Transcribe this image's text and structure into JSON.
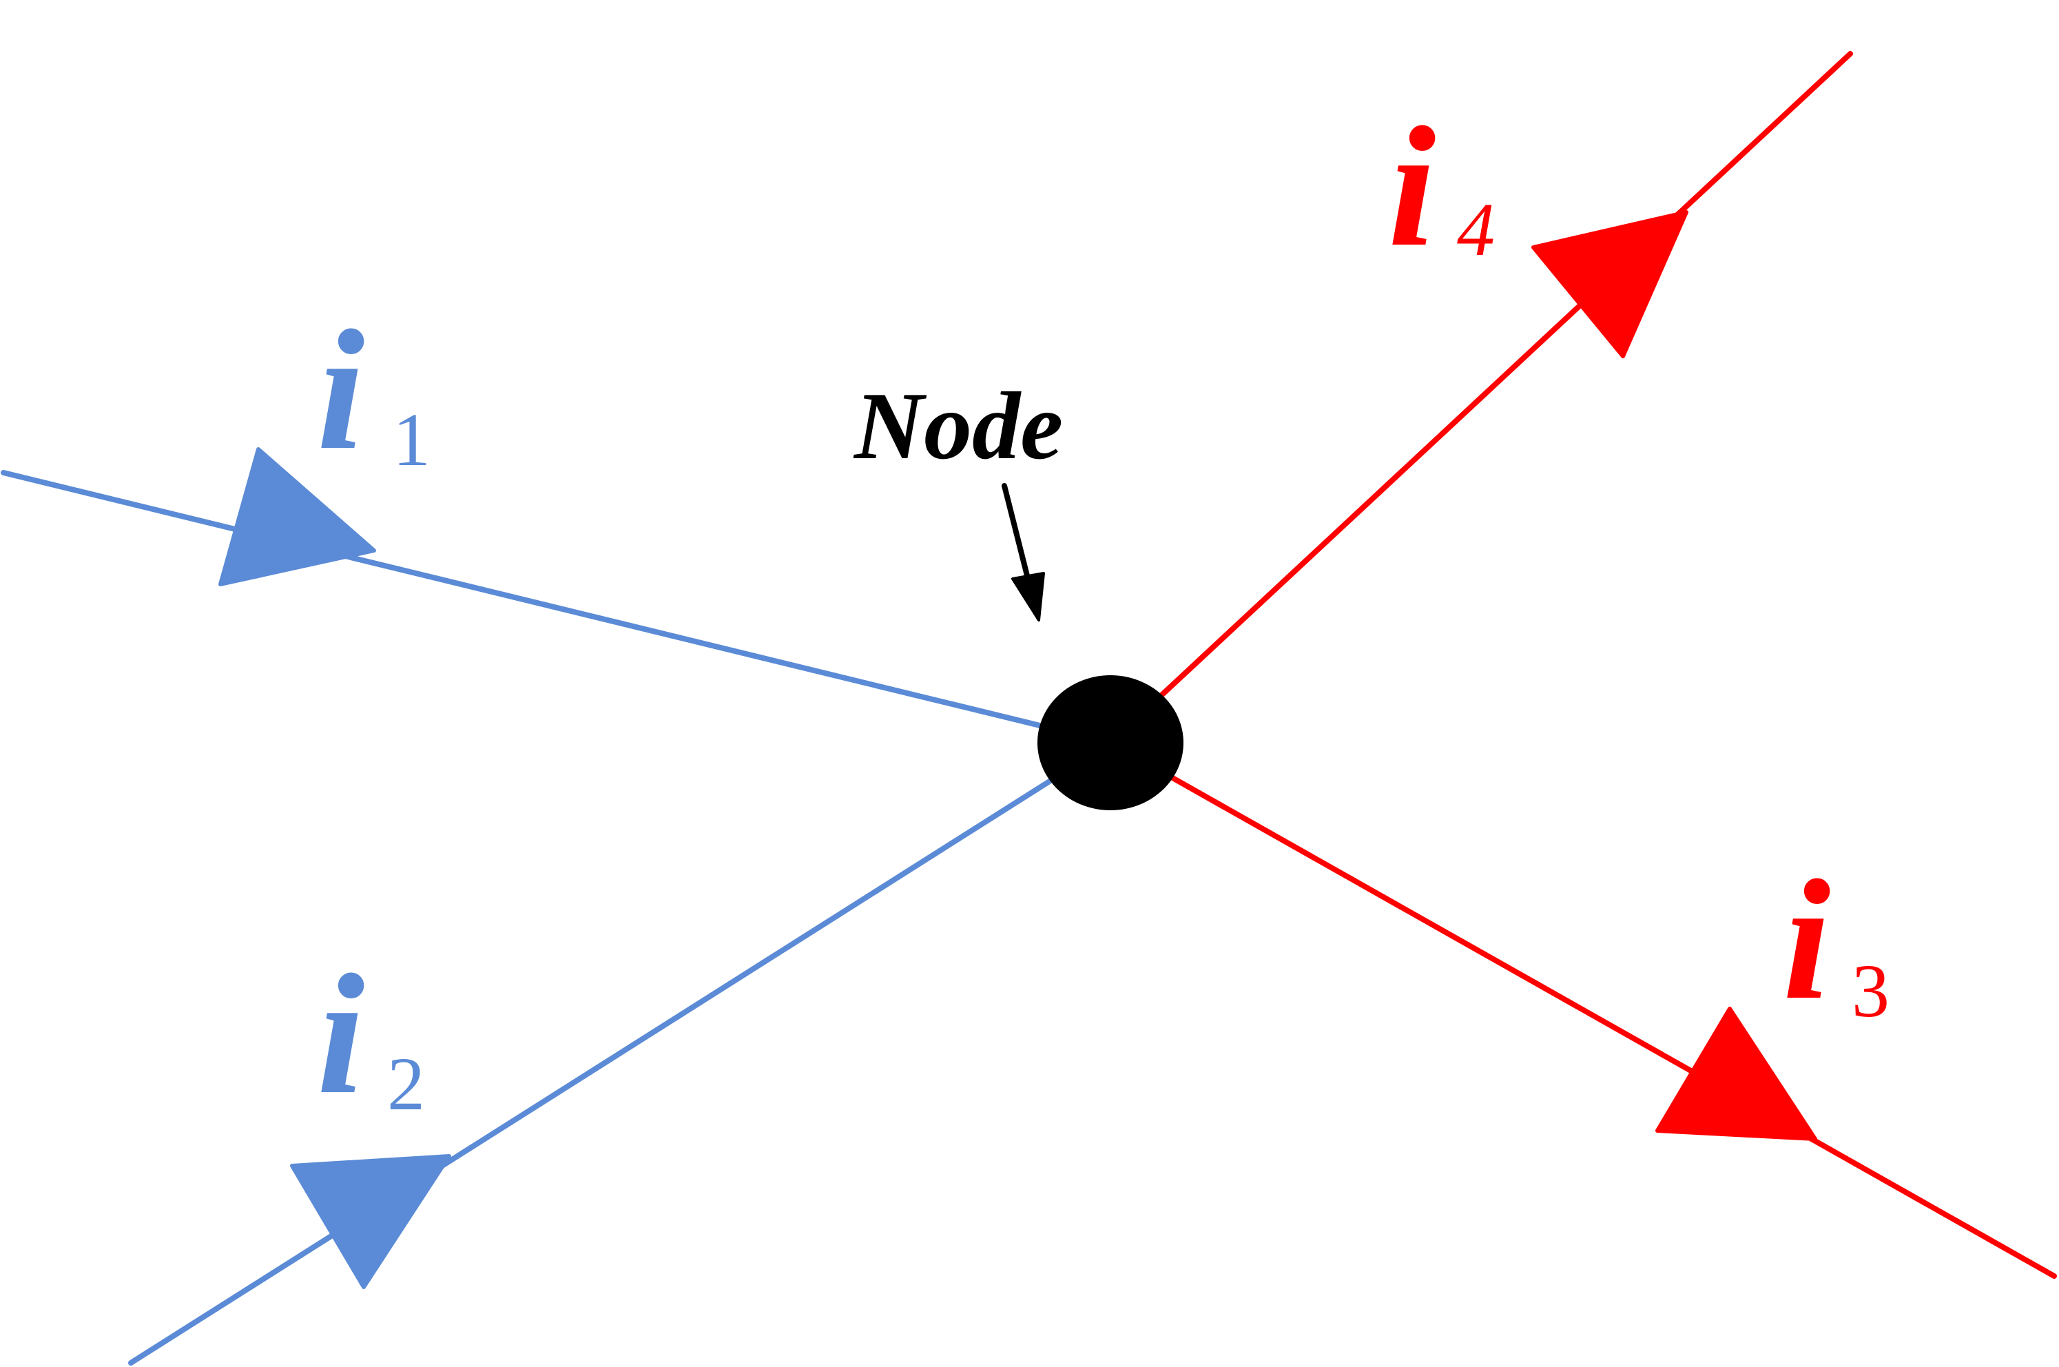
{
  "node": {
    "label": "Node"
  },
  "colors": {
    "incoming": "#5b8bd6",
    "outgoing": "#ff0000",
    "node": "#000000"
  },
  "currents": [
    {
      "symbol": "i",
      "subscript": "1",
      "direction": "into node",
      "color": "#5b8bd6"
    },
    {
      "symbol": "i",
      "subscript": "2",
      "direction": "into node",
      "color": "#5b8bd6"
    },
    {
      "symbol": "i",
      "subscript": "3",
      "direction": "out of node",
      "color": "#ff0000"
    },
    {
      "symbol": "i",
      "subscript": "4",
      "direction": "out of node",
      "color": "#ff0000"
    }
  ]
}
